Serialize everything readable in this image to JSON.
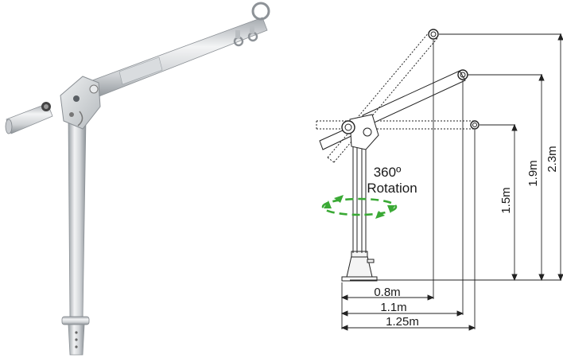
{
  "rotation": {
    "line1": "360º",
    "line2": "Rotation",
    "arrow_color": "#3aa935"
  },
  "dimensions": {
    "reach": [
      "0.8m",
      "1.1m",
      "1.25m"
    ],
    "height": [
      "1.5m",
      "1.9m",
      "2.3m"
    ]
  },
  "colors": {
    "metal_light": "#e6e8ea",
    "metal_mid": "#b9bdc1",
    "metal_dark": "#7e8388",
    "line": "#222222"
  }
}
